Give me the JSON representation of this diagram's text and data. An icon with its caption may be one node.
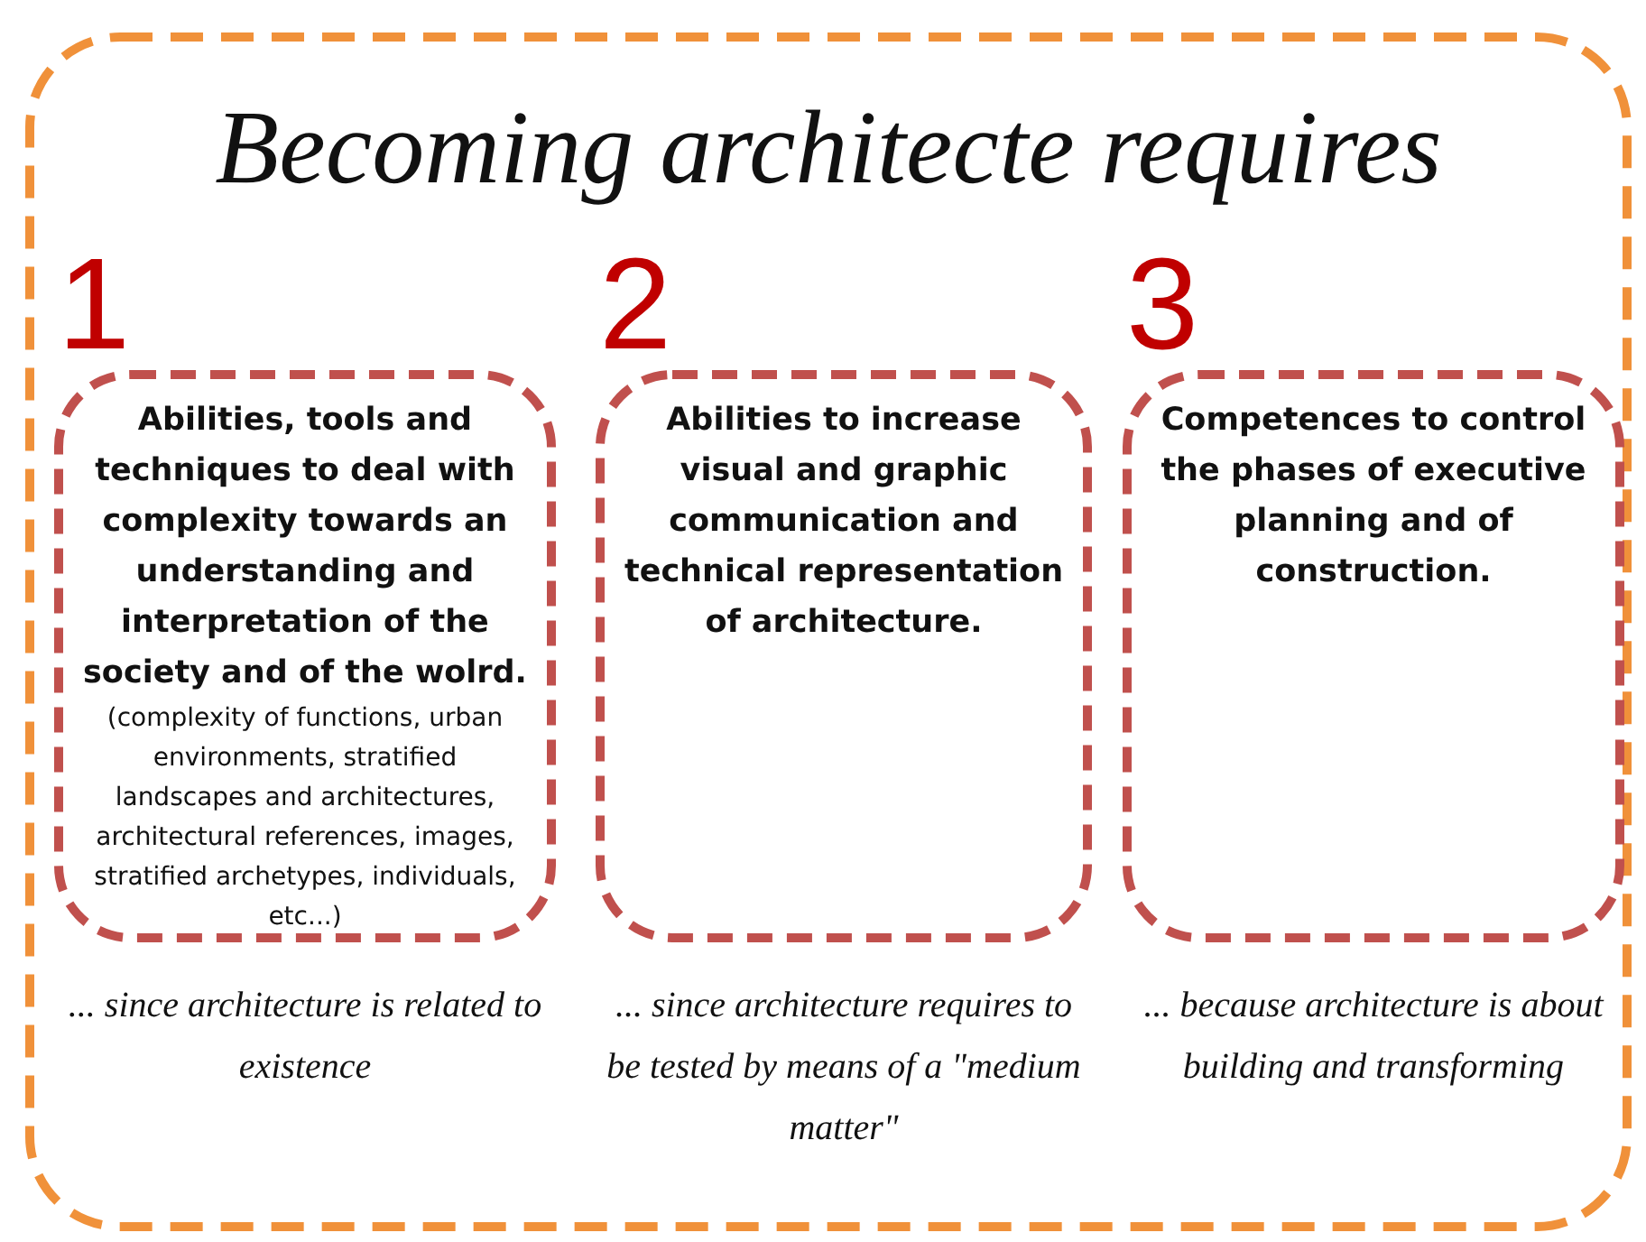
{
  "diagram": {
    "nodes": [
      {
        "text": [
          "Becoming architecte requires"
        ]
      },
      {
        "text": [
          "1",
          "Abilities, tools and techniques to deal with complexity towards an understanding and interpretation of the society and of the wolrd.",
          "(complexity of functions, urban environments, stratified landscapes and architectures, architectural references, images, stratified archetypes, individuals, etc...)"
        ],
        "in": 0,
        "beside": [
          "... since architecture is related to existence"
        ]
      },
      {
        "text": [
          "2",
          "Abilities to increase visual and graphic communication and technical representation of architecture."
        ],
        "in": 0,
        "beside": [
          "... since architecture requires to be tested by means of a \"medium matter\""
        ]
      },
      {
        "text": [
          "3",
          "Competences to control the phases of executive planning and of construction."
        ],
        "in": 0,
        "beside": [
          "... because architecture is about building and transforming"
        ]
      }
    ]
  }
}
